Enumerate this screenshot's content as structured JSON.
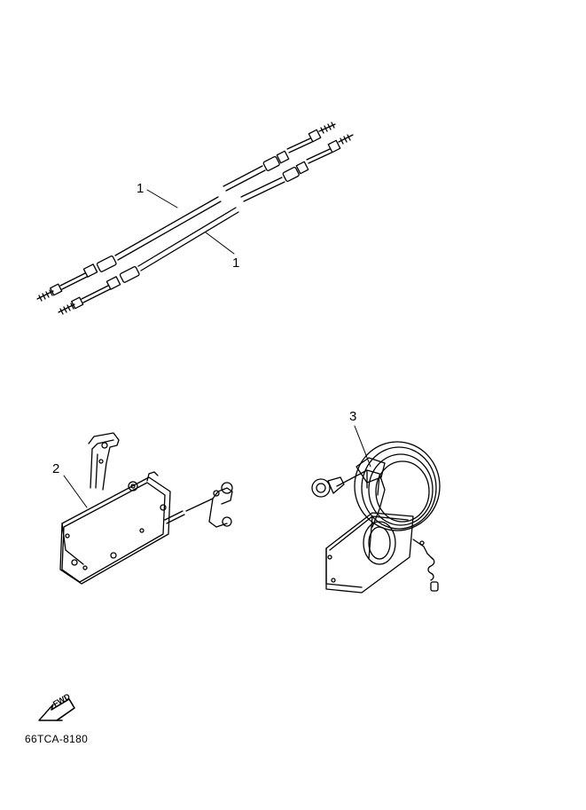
{
  "callouts": [
    {
      "id": "cable-1a",
      "text": "1"
    },
    {
      "id": "cable-1b",
      "text": "1"
    },
    {
      "id": "remote-box",
      "text": "2"
    },
    {
      "id": "side-control",
      "text": "3"
    }
  ],
  "fwd_symbol": {
    "text": "FWD"
  },
  "part_code": "66TCA-8180"
}
